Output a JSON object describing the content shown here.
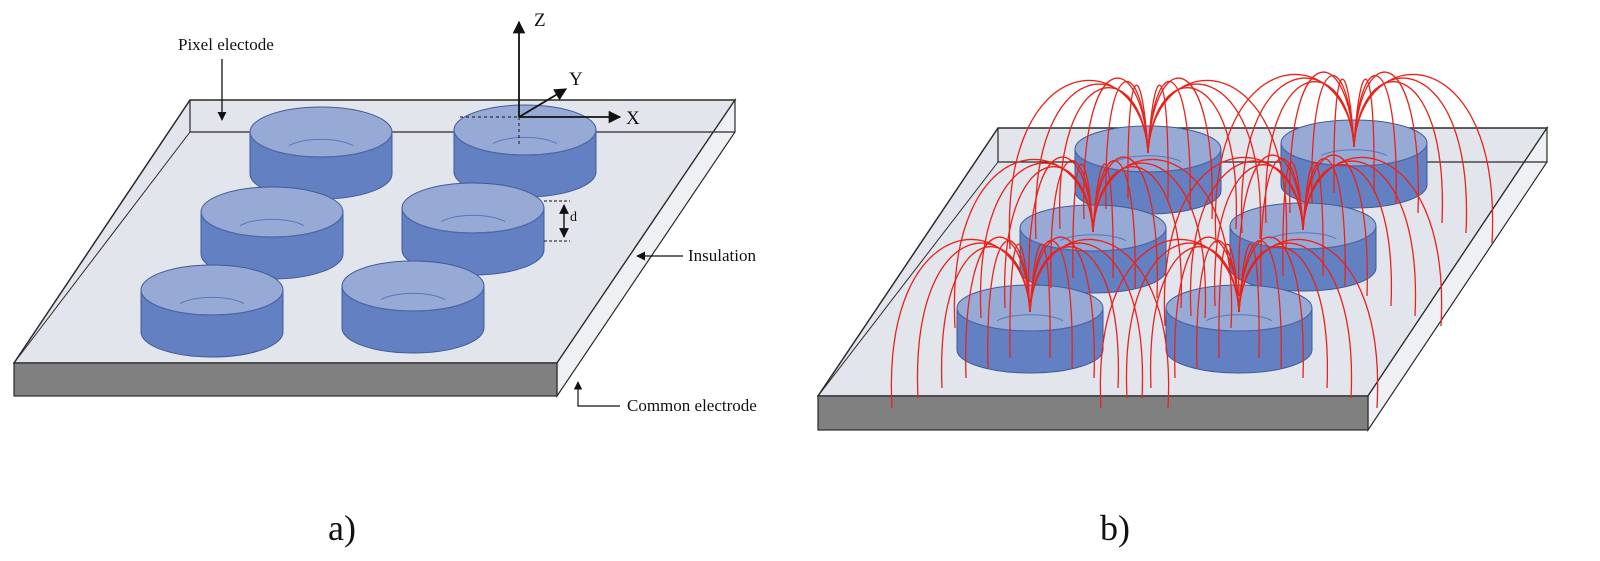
{
  "panels": {
    "a": {
      "caption": "a)",
      "labels": {
        "pixel_electrode": "Pixel electode",
        "insulation": "Insulation",
        "common_electrode": "Common electrode",
        "gap": "d"
      },
      "axes": {
        "z": "Z",
        "y": "Y",
        "x": "X"
      }
    },
    "b": {
      "caption": "b)"
    }
  },
  "colors": {
    "insulation_top": "#e3e5ec",
    "common_electrode": "#808080",
    "cylinder_side": "#6381c2",
    "cylinder_top": "#97aad6",
    "cylinder_inner": "#a4b5dd",
    "field_lines": "#e8231a",
    "outline": "#2b2b2b"
  }
}
